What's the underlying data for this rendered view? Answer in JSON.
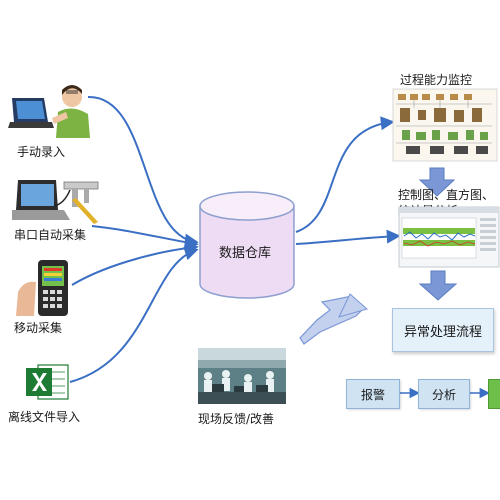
{
  "sources": [
    {
      "label": "手动录入",
      "icon": "person-at-laptop-icon"
    },
    {
      "label": "串口自动采集",
      "icon": "laptop-with-caliper-icon"
    },
    {
      "label": "移动采集",
      "icon": "handheld-device-icon"
    },
    {
      "label": "离线文件导入",
      "icon": "excel-file-icon"
    }
  ],
  "center": {
    "label": "数据仓库",
    "icon": "database-cylinder-icon"
  },
  "process_monitor": {
    "label": "过程能力监控",
    "icon": "process-flow-diagram-icon"
  },
  "charts": {
    "line1": "控制图、直方图、",
    "line2": "统计量分析",
    "icon": "control-chart-screenshot-icon"
  },
  "exception": {
    "label": "异常处理流程"
  },
  "steps": [
    "报警",
    "分析"
  ],
  "feedback": {
    "label": "现场反馈/改善",
    "icon": "factory-floor-photo-icon"
  },
  "colors": {
    "arrow": "#3a6fc4",
    "block_arrow": "#7b97d6",
    "cylinder_face": "#eedcf4",
    "cylinder_top": "#f7eefa",
    "box_fill": "#e4f1fa",
    "step_fill": "#cfe3f3",
    "excel_green": "#1e7b34"
  }
}
